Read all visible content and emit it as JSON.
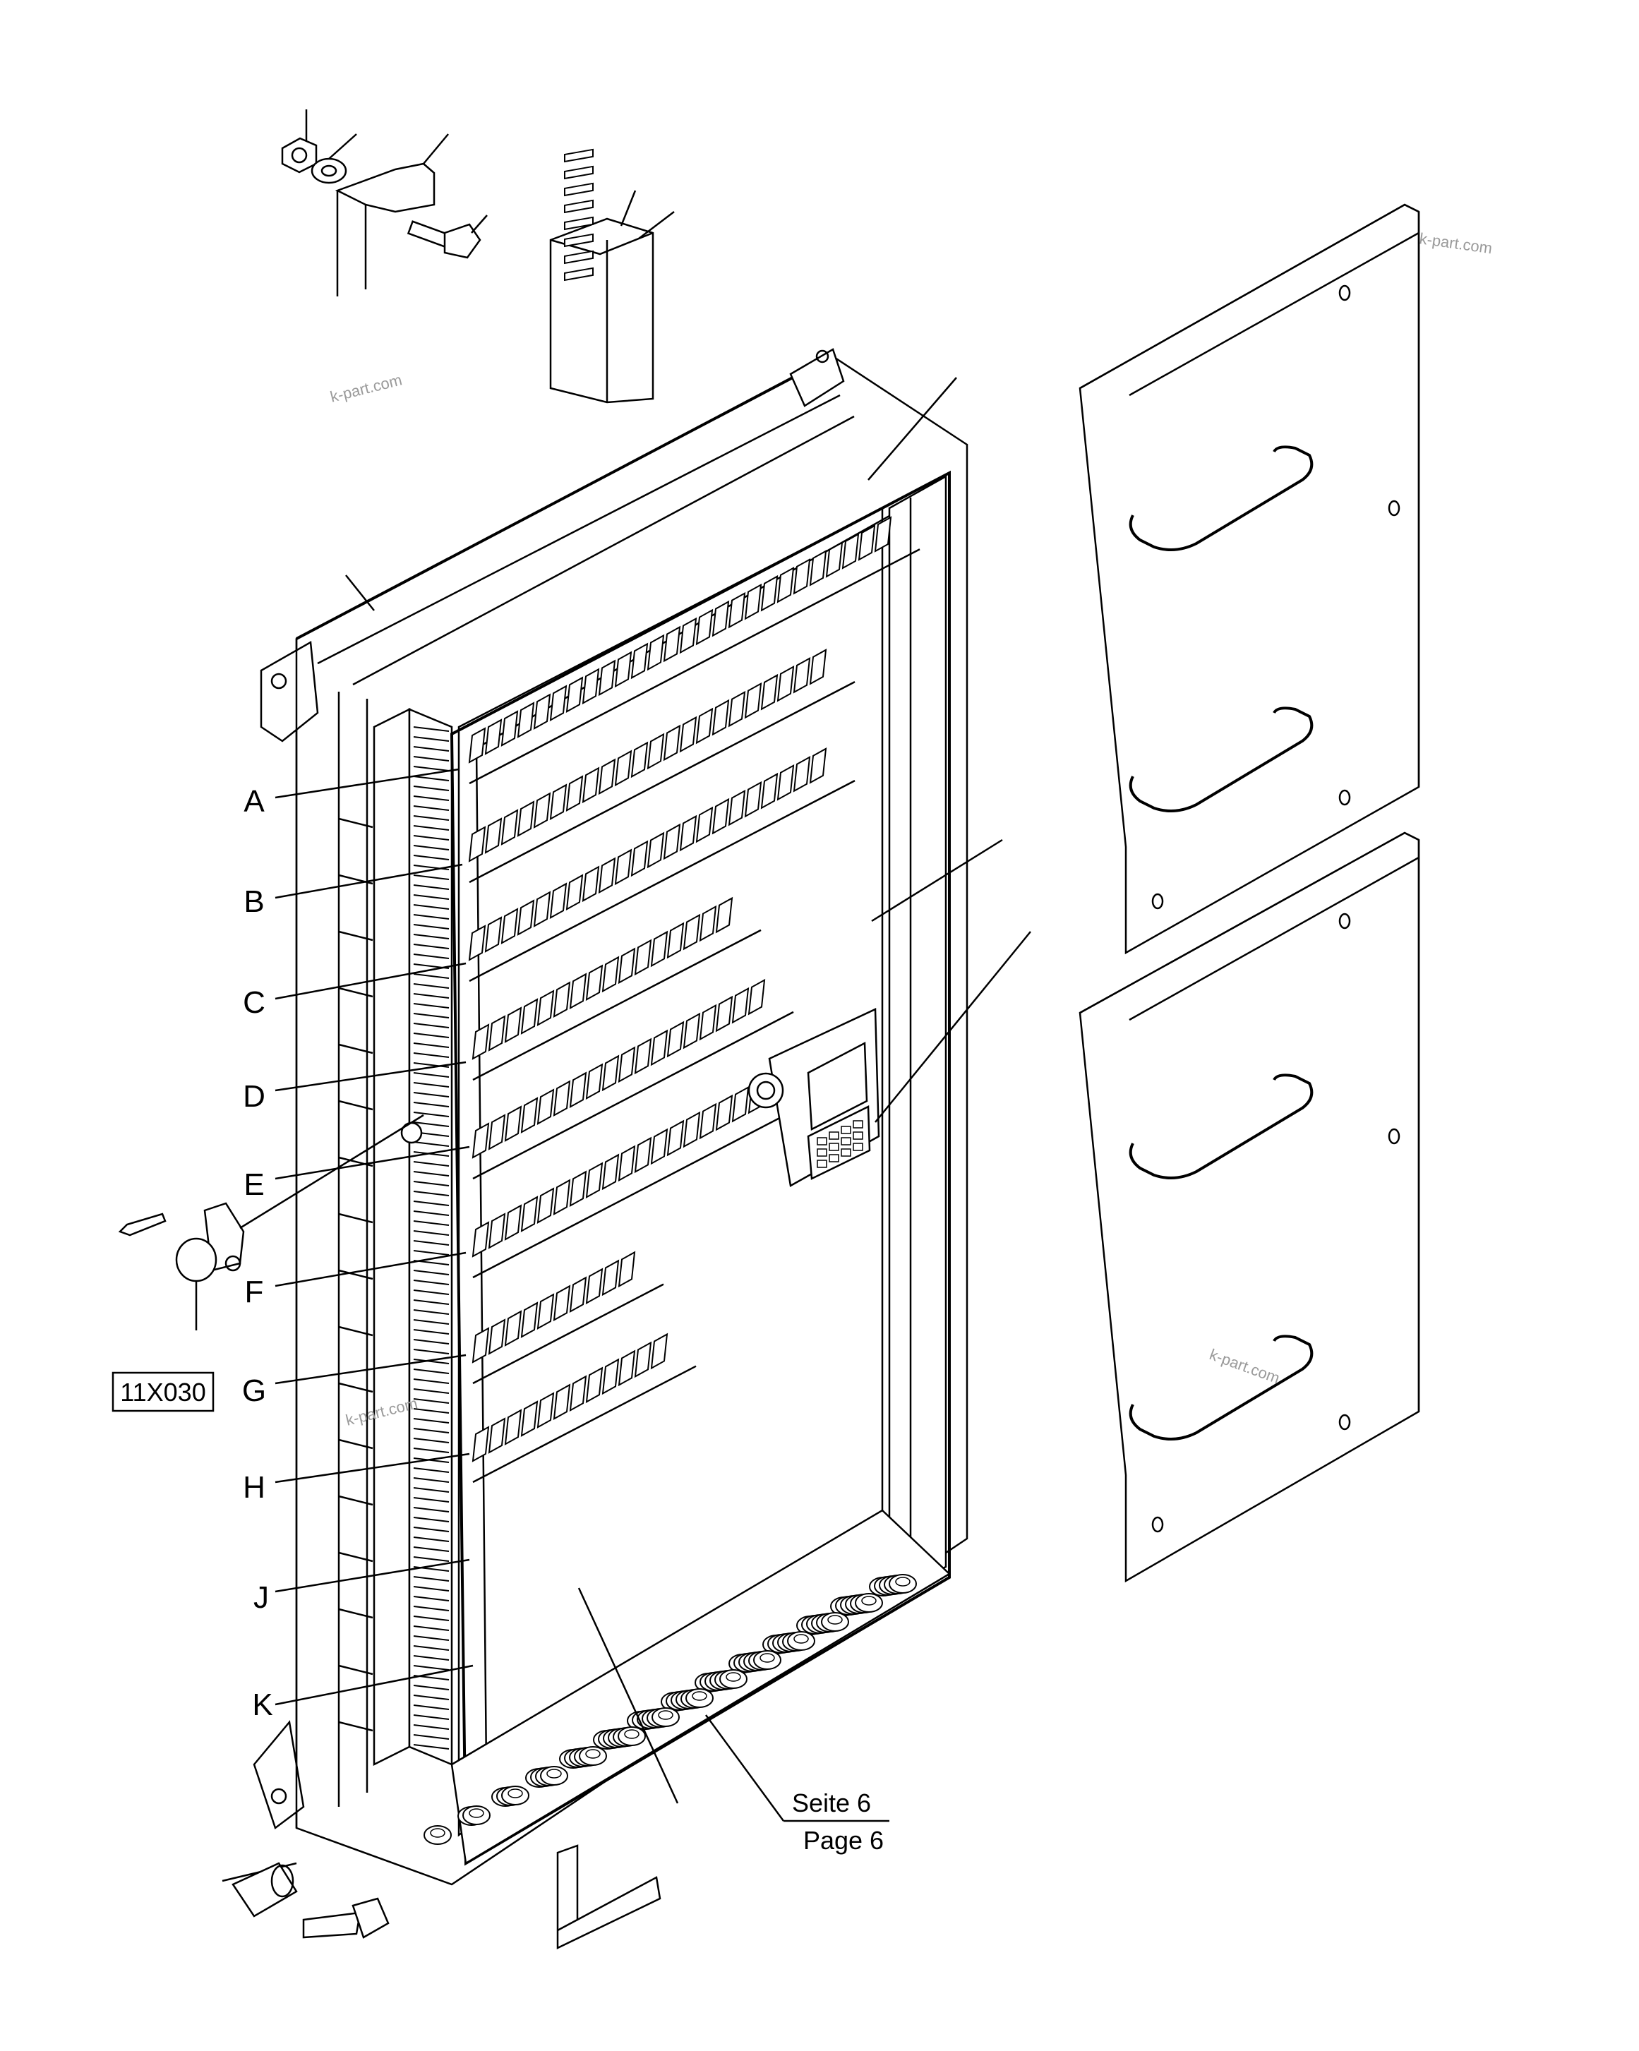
{
  "labels": [
    "A",
    "B",
    "C",
    "D",
    "E",
    "F",
    "G",
    "H",
    "J",
    "K"
  ],
  "part_box_label": "11X030",
  "page_ref": {
    "line1": "Seite 6",
    "line2": "Page 6"
  },
  "watermarks": [
    "k-part.com",
    "k-part.com",
    "k-part.com",
    "k-part.com"
  ]
}
